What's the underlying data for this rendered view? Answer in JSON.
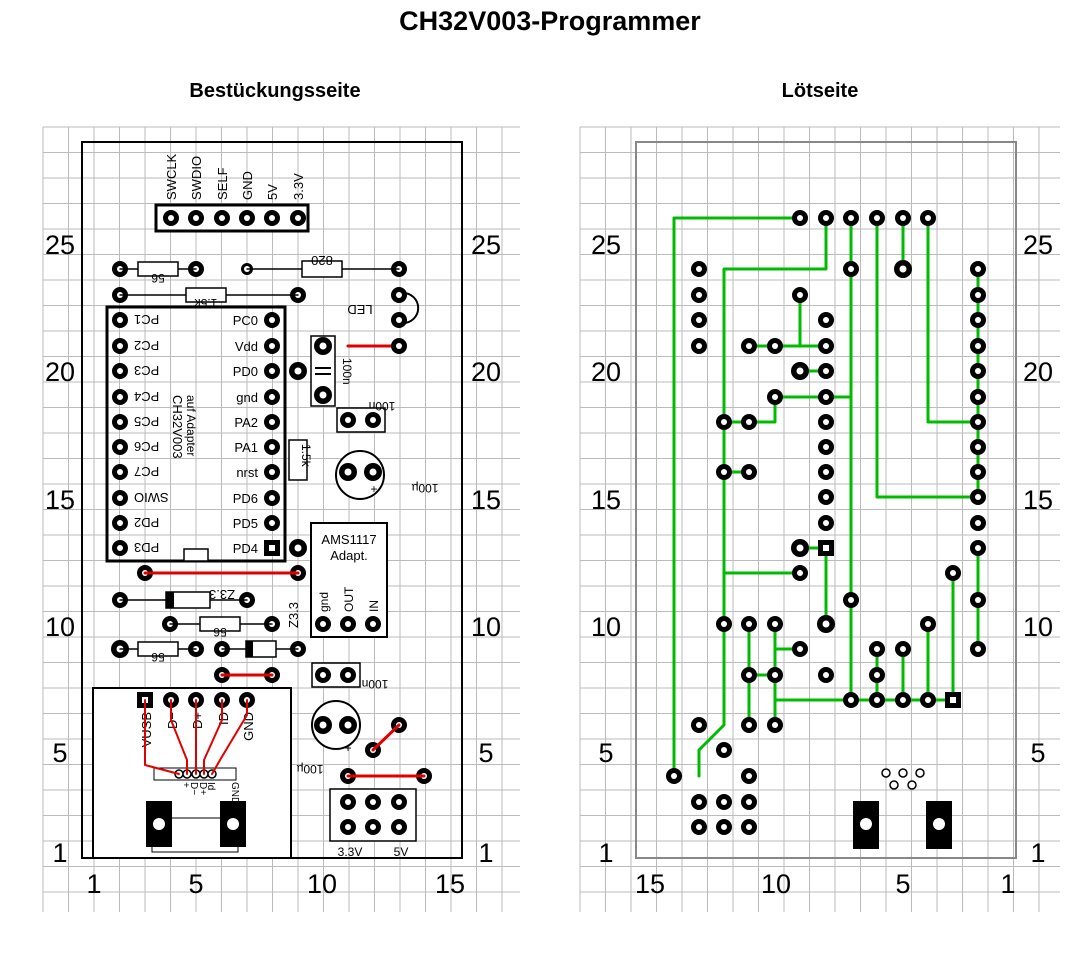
{
  "title": "CH32V003-Programmer",
  "left_title": "Bestückungsseite",
  "right_title": "Lötseite",
  "left_y_labels": [
    "1",
    "5",
    "10",
    "15",
    "20",
    "25"
  ],
  "left_x_labels": [
    "1",
    "5",
    "10",
    "15"
  ],
  "right_y_labels": [
    "1",
    "5",
    "10",
    "15",
    "20",
    "25"
  ],
  "right_x_labels": [
    "15",
    "10",
    "5",
    "1"
  ],
  "header_pins": [
    "SWCLK",
    "SWDIO",
    "SELF",
    "GND",
    "5V",
    "3.3V"
  ],
  "mcu_right_pins": [
    "PC0",
    "Vdd",
    "PD0",
    "gnd",
    "PA2",
    "PA1",
    "nrst",
    "PD6",
    "PD5",
    "PD4"
  ],
  "mcu_left_pins": [
    "PC1",
    "PC2",
    "PC3",
    "PC4",
    "PC5",
    "PC6",
    "PC7",
    "SWIO",
    "PD2",
    "PD3"
  ],
  "mcu_caption_1": "CH32V003",
  "mcu_caption_2": "auf Adapter",
  "resistor_56": "56",
  "resistor_820": "820",
  "resistor_1k5": "1.5k",
  "led_label": "LED",
  "cap_100n": "100n",
  "cap_100u": "100µ",
  "zener_label": "Z3.3",
  "ams_title": "AMS1117",
  "ams_sub": "Adapt.",
  "ams_pins": [
    "gnd",
    "OUT",
    "IN"
  ],
  "usb_pins": [
    "VUSB",
    "D−",
    "D+",
    "ID",
    "GND"
  ],
  "usb_pad_labels": [
    "+",
    "D−",
    "D+",
    "Id",
    "GND"
  ],
  "jumper_labels": [
    "3.3V",
    "5V"
  ],
  "colors": {
    "trace_red": "#e00000",
    "trace_green": "#00bb00",
    "grid": "#bbbbbb",
    "outline_right": "#888888"
  }
}
